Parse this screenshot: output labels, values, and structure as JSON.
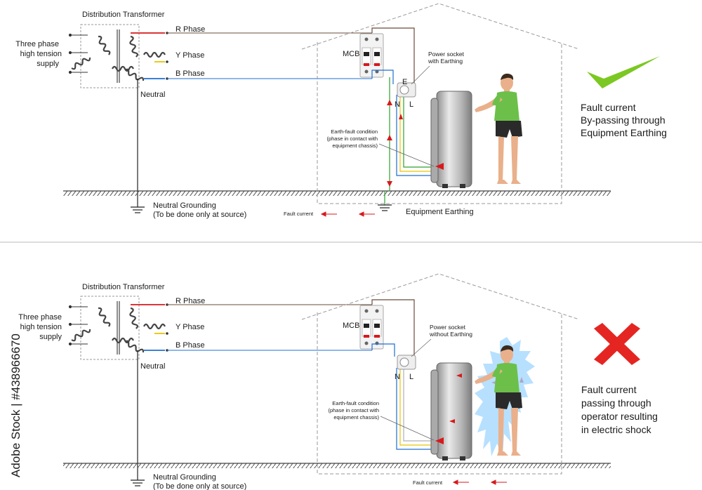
{
  "colors": {
    "r_phase": "#d7191c",
    "y_phase": "#e8c400",
    "b_phase": "#1f6fd1",
    "neutral_wire": "#6b4a3a",
    "earth_wire": "#2ea02e",
    "check": "#7cc822",
    "cross": "#e52521",
    "shock": "#9fd6ff"
  },
  "watermark": "Adobe Stock | #438966670",
  "top": {
    "transformer_title": "Distribution Transformer",
    "supply_label": [
      "Three phase",
      "high tension",
      "supply"
    ],
    "r_phase": "R Phase",
    "y_phase": "Y Phase",
    "b_phase": "B Phase",
    "neutral": "Neutral",
    "mcb": "MCB",
    "socket_label": [
      "Power socket",
      "with Earthing"
    ],
    "socket_e": "E",
    "socket_n": "N",
    "socket_l": "L",
    "fault_condition": [
      "Earth-fault condition",
      "(phase in contact with",
      "equipment chassis)"
    ],
    "fault_current": "Fault current",
    "equipment_earthing": "Equipment Earthing",
    "neutral_grounding": [
      "Neutral Grounding",
      "(To be done only at source)"
    ],
    "result_icon": "check-mark-icon",
    "result_text": [
      "Fault current",
      "By-passing through",
      "Equipment Earthing"
    ]
  },
  "bottom": {
    "transformer_title": "Distribution Transformer",
    "supply_label": [
      "Three phase",
      "high tension",
      "supply"
    ],
    "r_phase": "R Phase",
    "y_phase": "Y Phase",
    "b_phase": "B Phase",
    "neutral": "Neutral",
    "mcb": "MCB",
    "socket_label": [
      "Power socket",
      "without Earthing"
    ],
    "socket_n": "N",
    "socket_l": "L",
    "fault_condition": [
      "Earth-fault condition",
      "(phase in contact with",
      "equipment chassis)"
    ],
    "fault_current": "Fault current",
    "neutral_grounding": [
      "Neutral Grounding",
      "(To be done only at source)"
    ],
    "result_icon": "cross-mark-icon",
    "result_text": [
      "Fault current",
      "passing through",
      "operator resulting",
      "in electric shock"
    ]
  }
}
